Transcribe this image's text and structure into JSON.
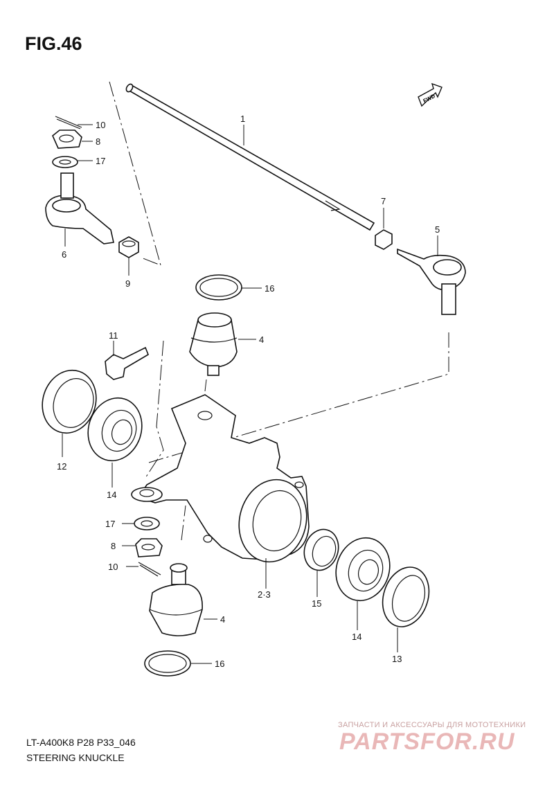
{
  "figure": {
    "title": "FIG.46"
  },
  "fwd_label": "FWD",
  "callouts": [
    {
      "id": "c1",
      "text": "1"
    },
    {
      "id": "c10a",
      "text": "10"
    },
    {
      "id": "c8a",
      "text": "8"
    },
    {
      "id": "c17a",
      "text": "17"
    },
    {
      "id": "c6",
      "text": "6"
    },
    {
      "id": "c9",
      "text": "9"
    },
    {
      "id": "c7",
      "text": "7"
    },
    {
      "id": "c5",
      "text": "5"
    },
    {
      "id": "c16a",
      "text": "16"
    },
    {
      "id": "c4a",
      "text": "4"
    },
    {
      "id": "c11",
      "text": "11"
    },
    {
      "id": "c12",
      "text": "12"
    },
    {
      "id": "c14a",
      "text": "14"
    },
    {
      "id": "c17b",
      "text": "17"
    },
    {
      "id": "c8b",
      "text": "8"
    },
    {
      "id": "c10b",
      "text": "10"
    },
    {
      "id": "c23",
      "text": "2·3"
    },
    {
      "id": "c15",
      "text": "15"
    },
    {
      "id": "c4b",
      "text": "4"
    },
    {
      "id": "c16b",
      "text": "16"
    },
    {
      "id": "c14b",
      "text": "14"
    },
    {
      "id": "c13",
      "text": "13"
    }
  ],
  "footer": {
    "model_code": "LT-A400K8 P28 P33_046",
    "section_name": "STEERING KNUCKLE"
  },
  "watermark": {
    "tagline": "ЗАПЧАСТИ И АКСЕССУАРЫ ДЛЯ МОТОТЕХНИКИ",
    "logo": "PARTSFOR.RU"
  }
}
